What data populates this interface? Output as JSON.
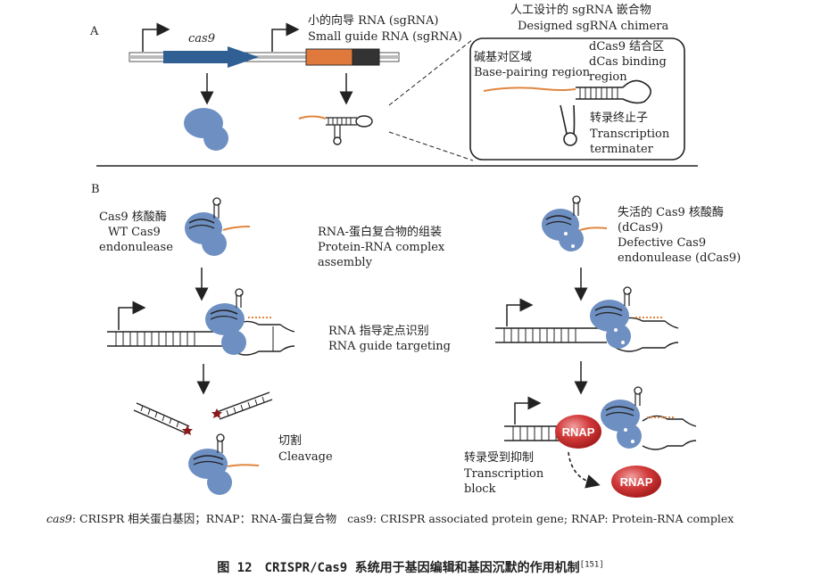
{
  "colors": {
    "protein": "#6e8fc2",
    "gene_arrow": "#2f5f93",
    "sgrna_orange": "#e0863f",
    "rnap_red": "#c8272a",
    "line": "#222222",
    "star": "#8a1a1a"
  },
  "panelA": {
    "label": "A",
    "gene_label": "cas9",
    "sgrna_label_cn": "小的向导 RNA (sgRNA)",
    "sgrna_label_en": "Small guide RNA (sgRNA)",
    "chimera_title_cn": "人工设计的 sgRNA 嵌合物",
    "chimera_title_en": "Designed sgRNA chimera",
    "base_pairing_cn": "碱基对区域",
    "base_pairing_en": "Base-pairing region",
    "binding_cn": "dCas9 结合区",
    "binding_en1": "dCas binding",
    "binding_en2": "region",
    "terminator_cn": "转录终止子",
    "terminator_en1": "Transcription",
    "terminator_en2": "terminater"
  },
  "panelB": {
    "label": "B",
    "cas9_cn": "Cas9 核酸酶",
    "cas9_en1": "WT Cas9",
    "cas9_en2": "endonulease",
    "assembly_cn": "RNA-蛋白复合物的组装",
    "assembly_en1": "Protein-RNA complex",
    "assembly_en2": "assembly",
    "targeting_cn": "RNA 指导定点识别",
    "targeting_en": "RNA guide targeting",
    "cleavage_cn": "切割",
    "cleavage_en": "Cleavage",
    "dcas9_cn": "失活的 Cas9 核酸酶",
    "dcas9_abbr": "(dCas9)",
    "dcas9_en1": "Defective Cas9",
    "dcas9_en2": "endonulease (dCas9)",
    "block_cn": "转录受到抑制",
    "block_en1": "Transcription",
    "block_en2": "block",
    "rnap": "RNAP"
  },
  "footnote": {
    "term1": "cas9",
    "text1": ": CRISPR 相关蛋白基因；RNAP：RNA-蛋白复合物",
    "text2": "cas9: CRISPR associated protein gene; RNAP: Protein-RNA complex"
  },
  "caption": {
    "text": "图 12　CRISPR/Cas9 系统用于基因编辑和基因沉默的作用机制",
    "ref": "[151]"
  }
}
